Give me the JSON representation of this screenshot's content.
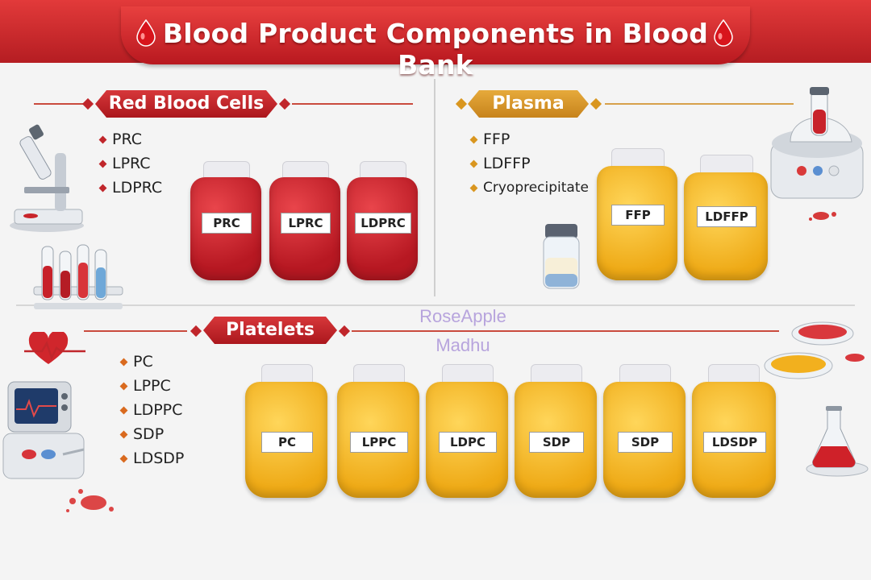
{
  "title": "Blood Product Components in Blood Bank",
  "colors": {
    "header": "#c0242a",
    "red_banner": "#c02027",
    "gold_banner": "#d9961f",
    "red_bag": "#c21c27",
    "yellow_bag": "#f2b51e"
  },
  "sections": {
    "rbc": {
      "heading": "Red Blood Cells",
      "items": [
        "PRC",
        "LPRC",
        "LDPRC"
      ],
      "bags": [
        "PRC",
        "LPRC",
        "LDPRC"
      ]
    },
    "plasma": {
      "heading": "Plasma",
      "items": [
        "FFP",
        "LDFFP",
        "Cryoprecipitate"
      ],
      "bags": [
        "FFP",
        "LDFFP"
      ]
    },
    "platelets": {
      "heading": "Platelets",
      "items": [
        "PC",
        "LPPC",
        "LDPPC",
        "SDP",
        "LDSDP"
      ],
      "bags": [
        "PC",
        "LPPC",
        "LDPC",
        "SDP",
        "SDP",
        "LDSDP"
      ]
    }
  },
  "watermark": {
    "line1": "RoseApple",
    "line2": "Madhu"
  },
  "icons": [
    "blood-drop-icon",
    "microscope-icon",
    "test-tubes-icon",
    "centrifuge-icon",
    "vial-icon",
    "heart-pulse-icon",
    "monitor-device-icon",
    "petri-dish-icon",
    "flask-icon"
  ]
}
